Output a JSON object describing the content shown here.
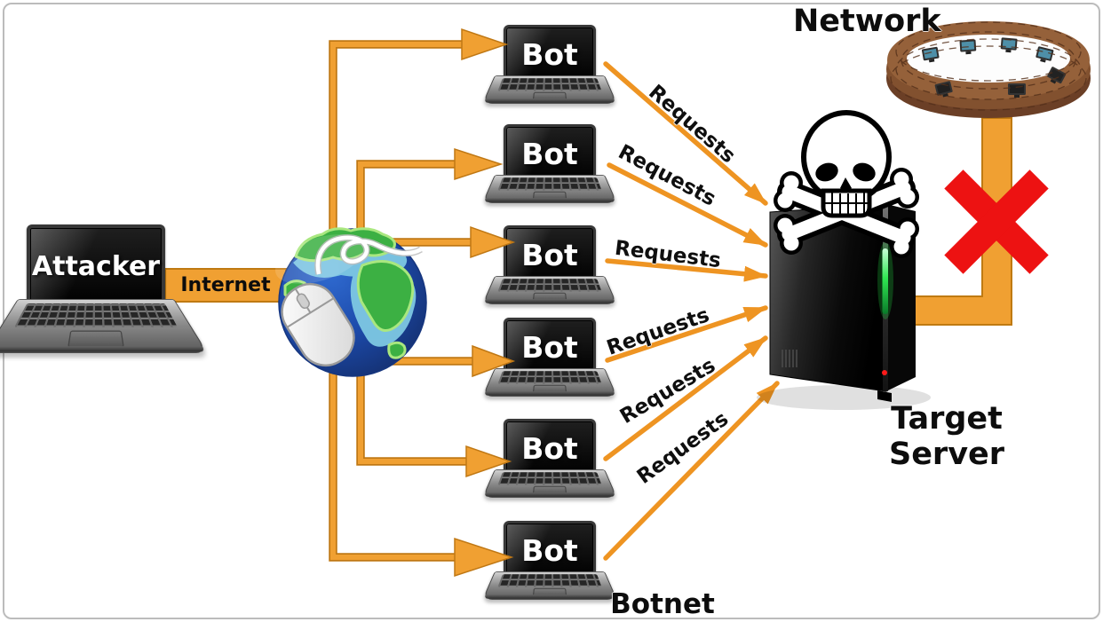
{
  "diagram": {
    "attacker": {
      "label": "Attacker"
    },
    "internet": {
      "label": "Internet"
    },
    "bots": [
      {
        "label": "Bot"
      },
      {
        "label": "Bot"
      },
      {
        "label": "Bot"
      },
      {
        "label": "Bot"
      },
      {
        "label": "Bot"
      },
      {
        "label": "Bot"
      }
    ],
    "requests": [
      "Requests",
      "Requests",
      "Requests",
      "Requests",
      "Requests",
      "Requests"
    ],
    "botnet_caption": "Botnet",
    "target_server_caption": "Target Server",
    "network_caption": "Network",
    "colors": {
      "connector_orange": "#F0A032",
      "connector_border": "#C07814",
      "arrow_orange": "#EE9422",
      "blocked_x_red": "#ED1212",
      "globe_ocean": "#1C49A8",
      "globe_land": "#3CB043",
      "brick_wall": "#82512F",
      "server_led_green": "#30E852",
      "server_led_red": "#FF1A1A"
    }
  }
}
